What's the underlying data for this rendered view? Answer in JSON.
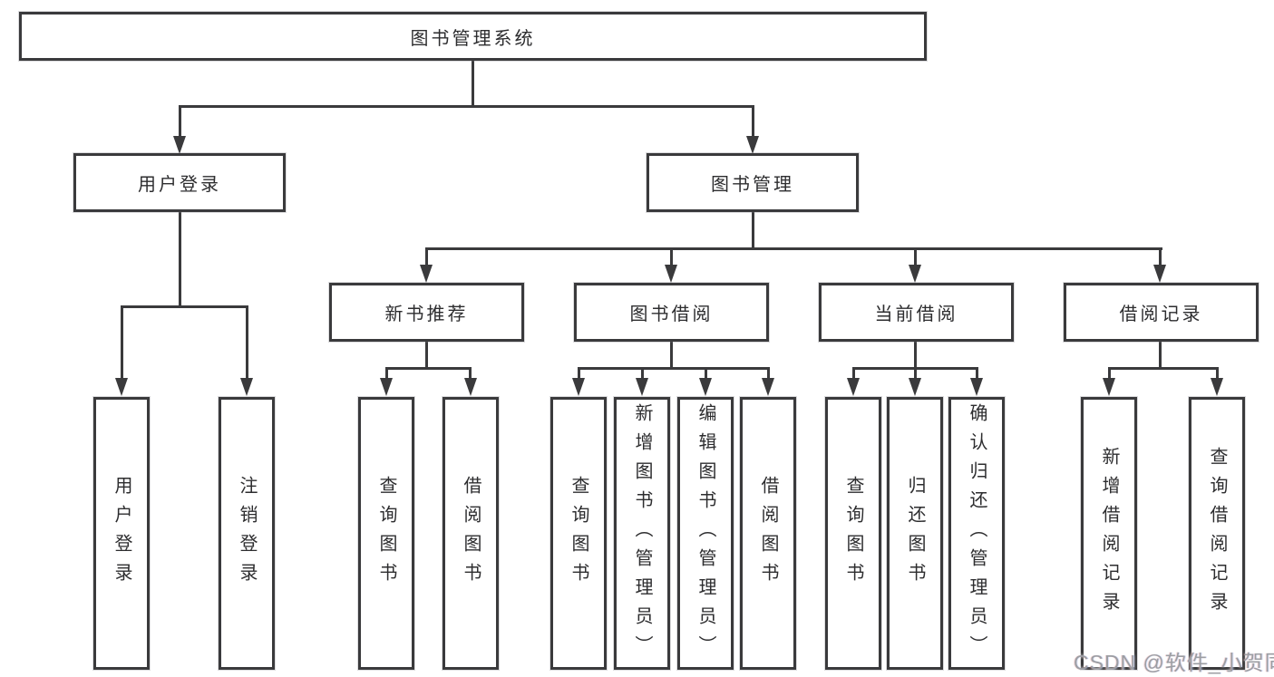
{
  "page": {
    "background": "#ffffff"
  },
  "colors": {
    "line": "#3a3a3c",
    "box_border": "#3a3a3c",
    "text": "#2d2d2f",
    "watermark": "#9c9ea3"
  },
  "watermark": {
    "text": "CSDN @软件_小贺同学"
  },
  "tree": {
    "root": {
      "label": "图书管理系统",
      "children": [
        {
          "label": "用户登录",
          "children": [
            {
              "label": "用户登录"
            },
            {
              "label": "注销登录"
            }
          ]
        },
        {
          "label": "图书管理",
          "children": [
            {
              "label": "新书推荐",
              "children": [
                {
                  "label": "查询图书"
                },
                {
                  "label": "借阅图书"
                }
              ]
            },
            {
              "label": "图书借阅",
              "children": [
                {
                  "label": "查询图书"
                },
                {
                  "label": "新增图书（管理员）"
                },
                {
                  "label": "编辑图书（管理员）"
                },
                {
                  "label": "借阅图书"
                }
              ]
            },
            {
              "label": "当前借阅",
              "children": [
                {
                  "label": "查询图书"
                },
                {
                  "label": "归还图书"
                },
                {
                  "label": "确认归还（管理员）"
                }
              ]
            },
            {
              "label": "借阅记录",
              "children": [
                {
                  "label": "新增借阅记录"
                },
                {
                  "label": "查询借阅记录"
                }
              ]
            }
          ]
        }
      ]
    }
  }
}
